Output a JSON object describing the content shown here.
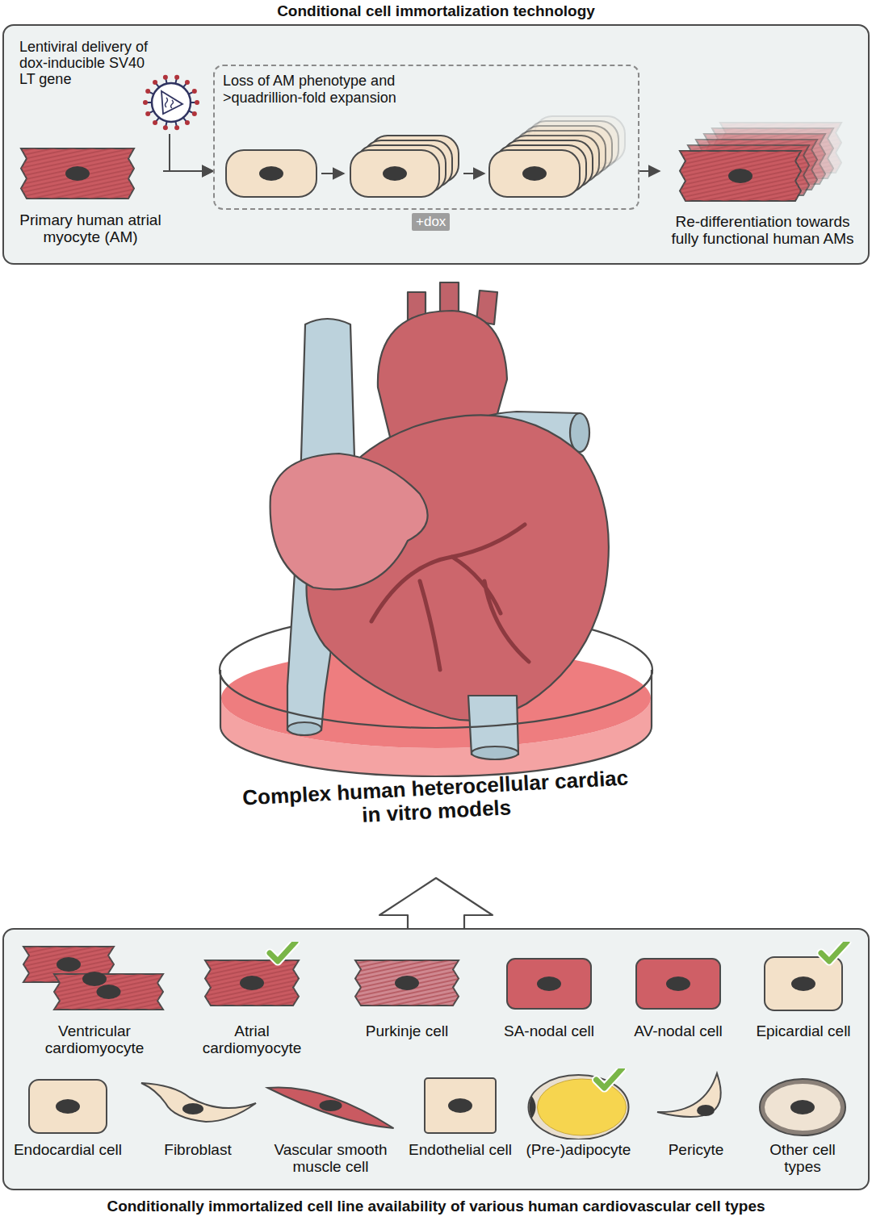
{
  "diagram": {
    "nodes": [
      {
        "text": [
          "Conditional cell immortalization technology"
        ]
      },
      {
        "text": [
          "Primary human atrial myocyte (AM)"
        ],
        "in": 0
      },
      {
        "text": [
          "Lentiviral delivery of dox-inducible SV40 LT gene"
        ],
        "in": 0
      },
      {
        "text": [
          "Loss of AM phenotype and >quadrillion-fold expansion"
        ],
        "in": 0
      },
      {
        "text": [
          "Re-differentiation towards fully functional human AMs"
        ],
        "in": 0
      },
      {
        "text": [
          "Complex human heterocellular cardiac in vitro models"
        ]
      },
      {
        "text": [
          "Conditionally immortalized cell line availability of various human cardiovascular cell types"
        ]
      },
      {
        "text": [
          "Ventricular cardiomyocyte"
        ],
        "in": 6
      },
      {
        "text": [
          "Atrial cardiomyocyte"
        ],
        "in": 6
      },
      {
        "text": [
          "Purkinje cell"
        ],
        "in": 6
      },
      {
        "text": [
          "SA-nodal cell"
        ],
        "in": 6
      },
      {
        "text": [
          "AV-nodal cell"
        ],
        "in": 6
      },
      {
        "text": [
          "Epicardial cell"
        ],
        "in": 6
      },
      {
        "text": [
          "Endocardial cell"
        ],
        "in": 6
      },
      {
        "text": [
          "Fibroblast"
        ],
        "in": 6
      },
      {
        "text": [
          "Vascular smooth muscle cell"
        ],
        "in": 6
      },
      {
        "text": [
          "Endothelial cell"
        ],
        "in": 6
      },
      {
        "text": [
          "(Pre-)adipocyte"
        ],
        "in": 6
      },
      {
        "text": [
          "Pericyte"
        ],
        "in": 6
      },
      {
        "text": [
          "Other cell types"
        ],
        "in": 6
      }
    ],
    "edges": [
      {
        "from": 1,
        "to": 3,
        "arrow": "to"
      },
      {
        "from": 2,
        "to": 3,
        "arrow": "to"
      },
      {
        "from": 3,
        "to": 4,
        "arrow": "to"
      },
      {
        "from": 6,
        "to": 5,
        "arrow": "to"
      }
    ],
    "labels": [
      "+dox"
    ]
  }
}
